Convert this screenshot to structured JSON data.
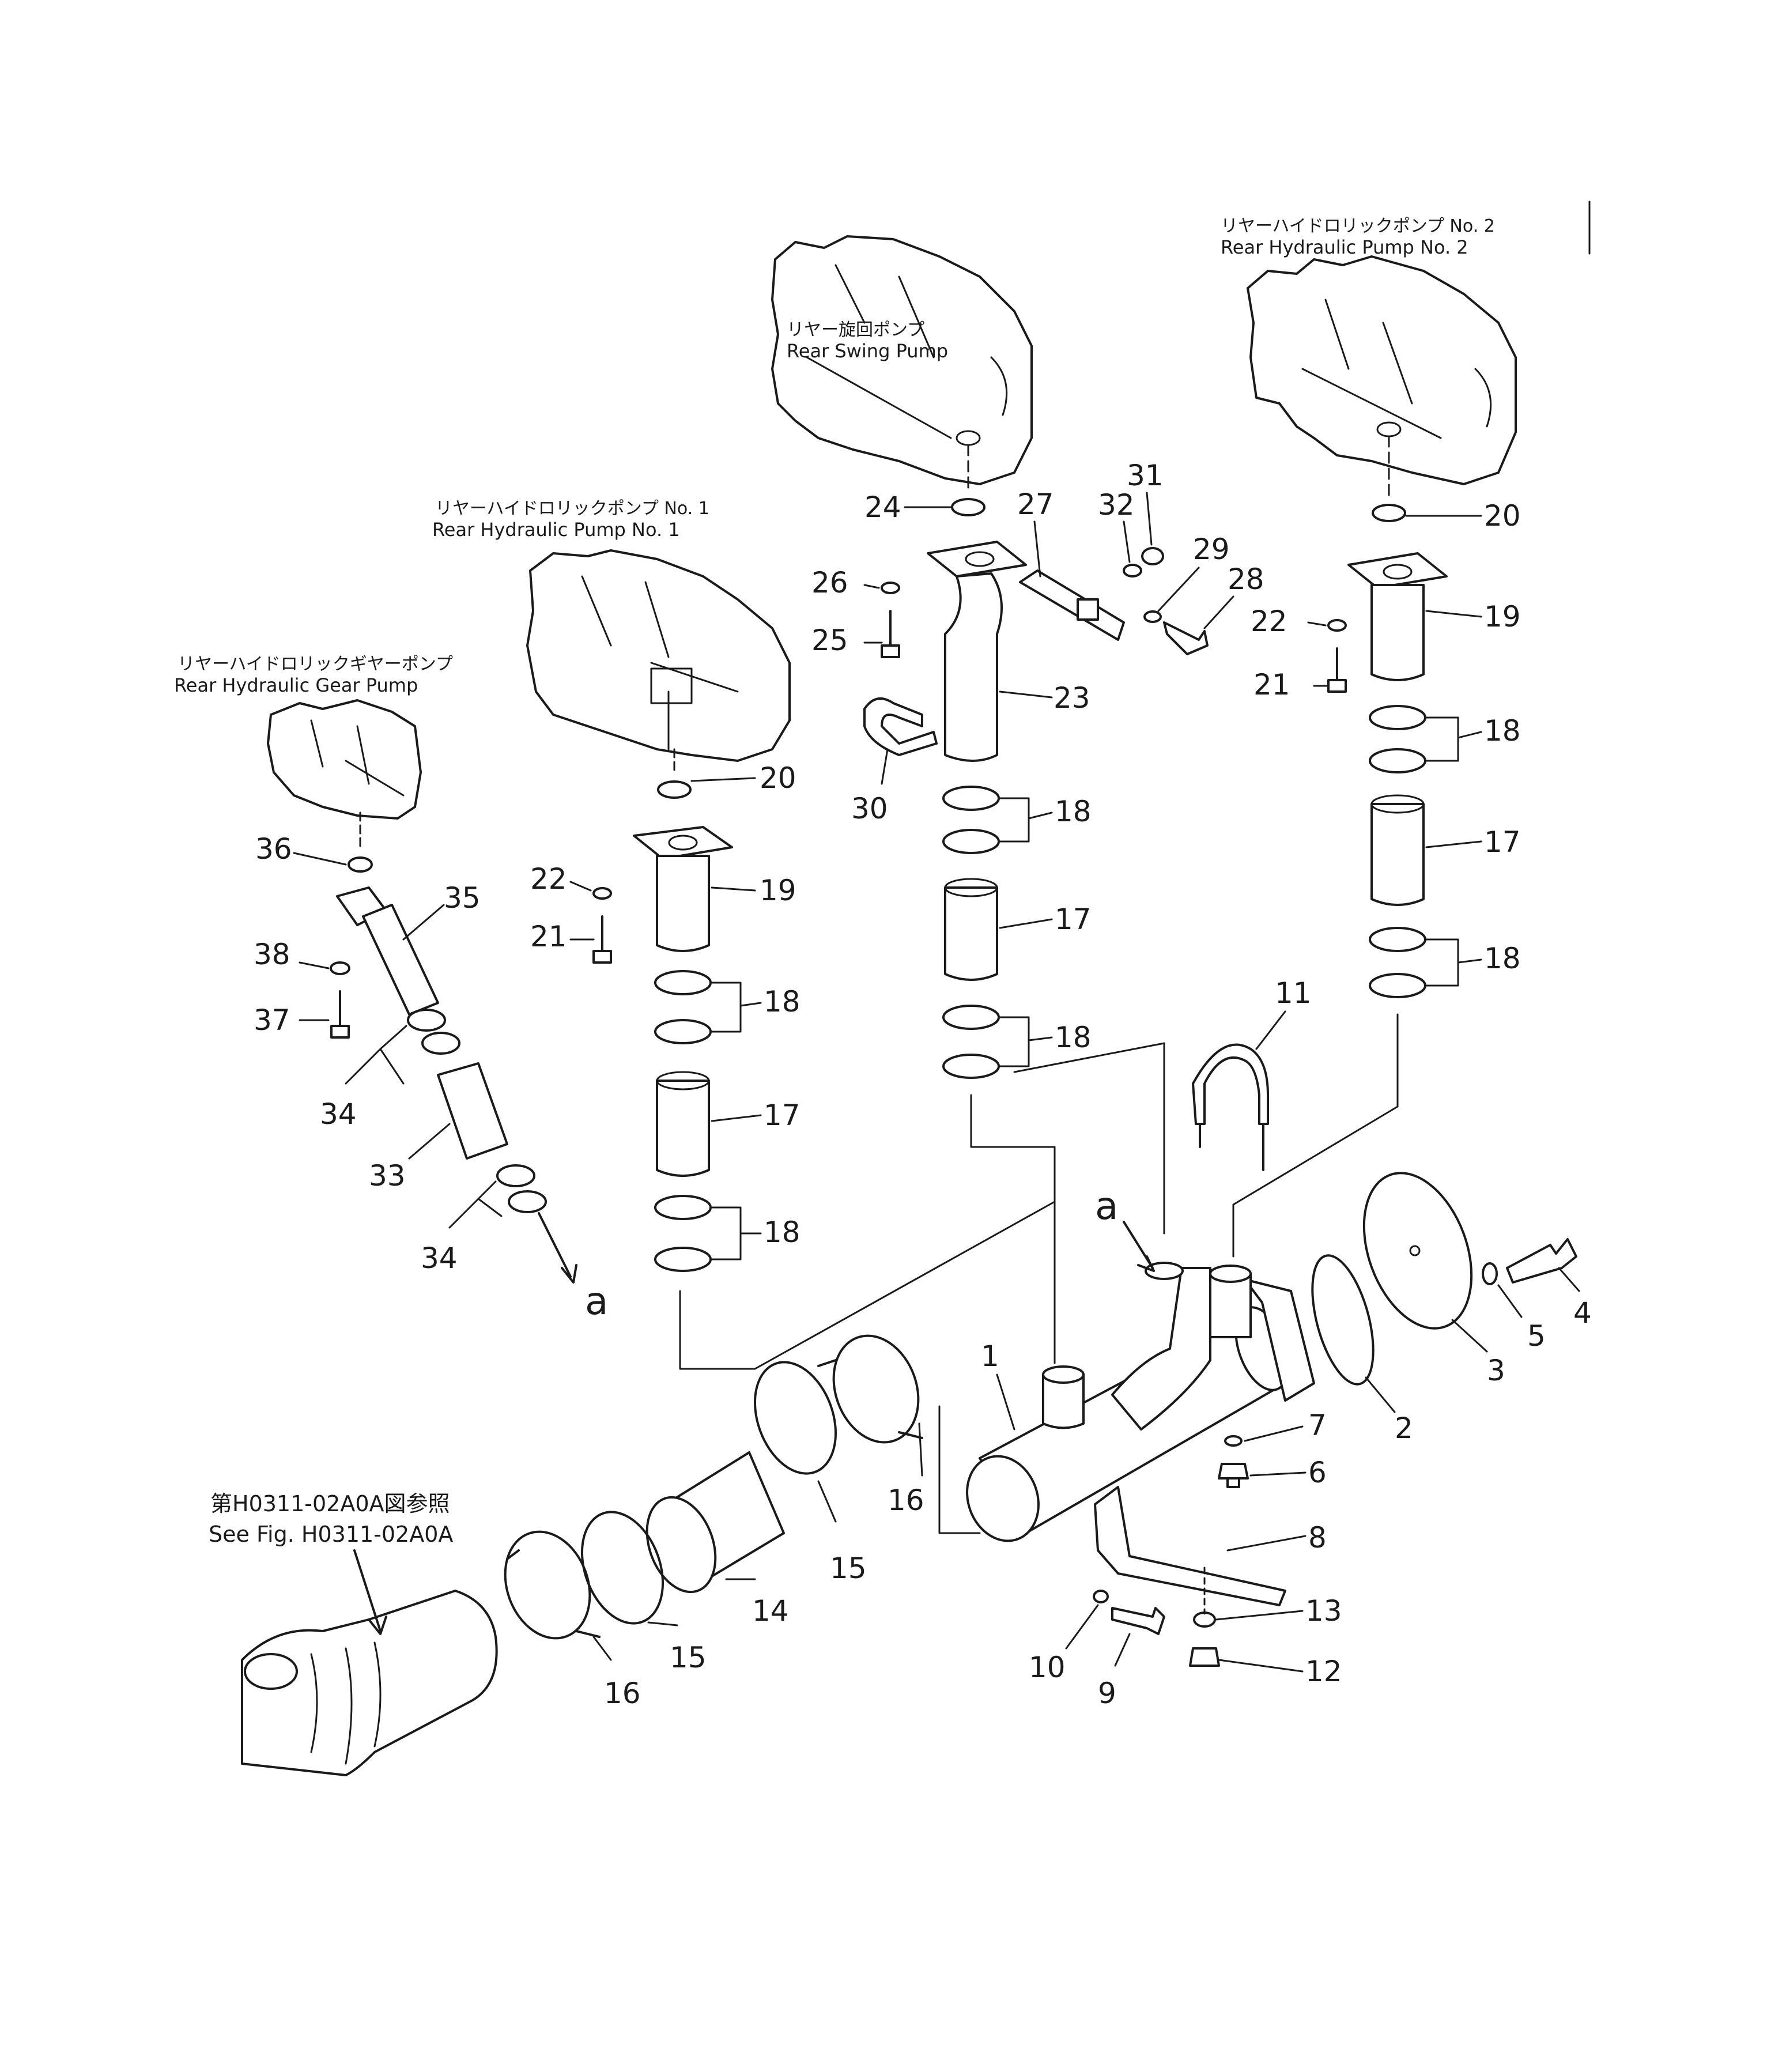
{
  "labels": {
    "rear_hyd_pump_no2_jp": "リヤーハイドロリックポンプ No. 2",
    "rear_hyd_pump_no2_en": "Rear Hydraulic Pump No. 2",
    "rear_swing_pump_jp": "リヤー旋回ポンプ",
    "rear_swing_pump_en": "Rear Swing Pump",
    "rear_hyd_pump_no1_jp": "リヤーハイドロリックポンプ No. 1",
    "rear_hyd_pump_no1_en": "Rear Hydraulic Pump No. 1",
    "rear_gear_pump_jp": "リヤーハイドロリックギヤーポンプ",
    "rear_gear_pump_en": "Rear Hydraulic Gear Pump",
    "see_fig_jp": "第H0311-02A0A図参照",
    "see_fig_en": "See Fig. H0311-02A0A",
    "ref_a": "a"
  },
  "parts": {
    "p1": "1",
    "p2": "2",
    "p3": "3",
    "p4": "4",
    "p5": "5",
    "p6": "6",
    "p7": "7",
    "p8": "8",
    "p9": "9",
    "p10": "10",
    "p11": "11",
    "p12": "12",
    "p13": "13",
    "p14": "14",
    "p15": "15",
    "p16": "16",
    "p17": "17",
    "p18": "18",
    "p19": "19",
    "p20": "20",
    "p21": "21",
    "p22": "22",
    "p23": "23",
    "p24": "24",
    "p25": "25",
    "p26": "26",
    "p27": "27",
    "p28": "28",
    "p29": "29",
    "p30": "30",
    "p31": "31",
    "p32": "32",
    "p33": "33",
    "p34": "34",
    "p35": "35",
    "p36": "36",
    "p37": "37",
    "p38": "38"
  }
}
